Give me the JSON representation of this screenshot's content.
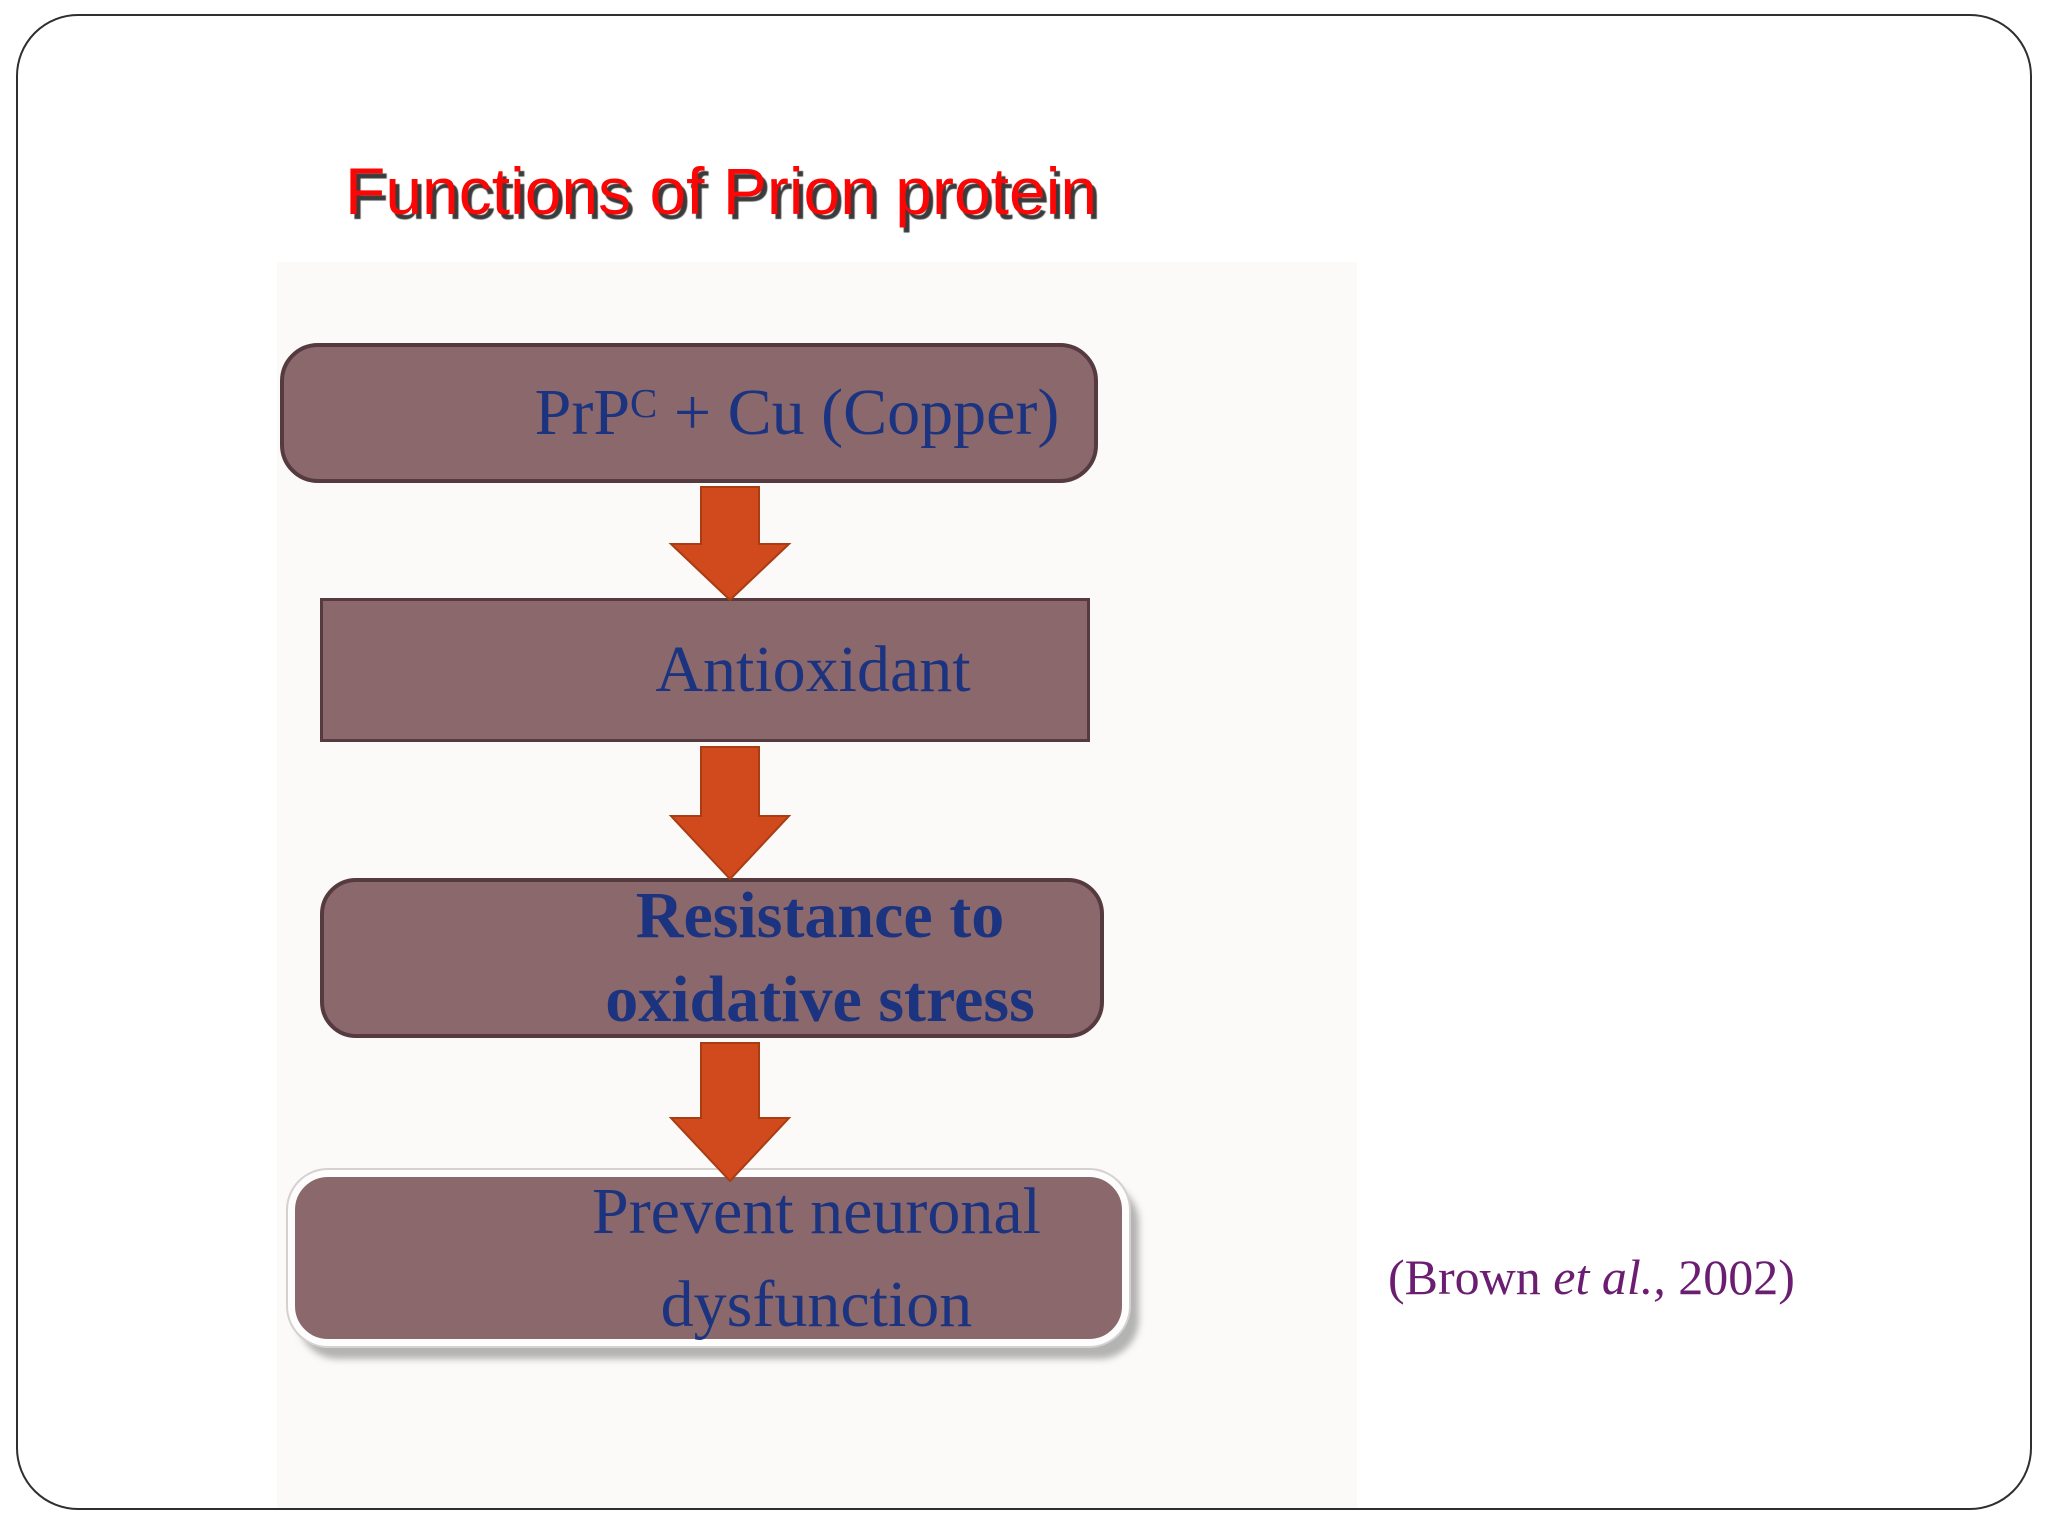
{
  "slide": {
    "title": "Functions of Prion protein",
    "citation": {
      "prefix": "(Brown ",
      "italic": "et al.,",
      "suffix": " 2002)"
    }
  },
  "flowchart": {
    "boxes": [
      {
        "name": "prpc-plus-copper",
        "prefix": "PrP",
        "superscript": "C",
        "suffix": " + Cu (Copper)"
      },
      {
        "name": "antioxidant",
        "label": "Antioxidant"
      },
      {
        "name": "resistance-to-oxidative-stress",
        "line1": "Resistance to",
        "line2": "oxidative stress"
      },
      {
        "name": "prevent-neuronal-dysfunction",
        "line1": "Prevent neuronal",
        "line2": "dysfunction"
      }
    ],
    "arrows": [
      {
        "name": "down-arrow"
      },
      {
        "name": "down-arrow"
      },
      {
        "name": "down-arrow"
      }
    ]
  },
  "colors": {
    "title-red": "#fb0505",
    "title-shadow": "#3b3b3b",
    "box-fill": "#8b686c",
    "box-border": "#553a3f",
    "box4-border": "#fdfdfd",
    "text-navy": "#1c3480",
    "arrow-fill": "#d14a1e",
    "arrow-stroke": "#a83c12",
    "citation-purple": "#6b1d72",
    "slide-border": "#2f2f2f",
    "panel-tint": "#fbfaf9"
  }
}
